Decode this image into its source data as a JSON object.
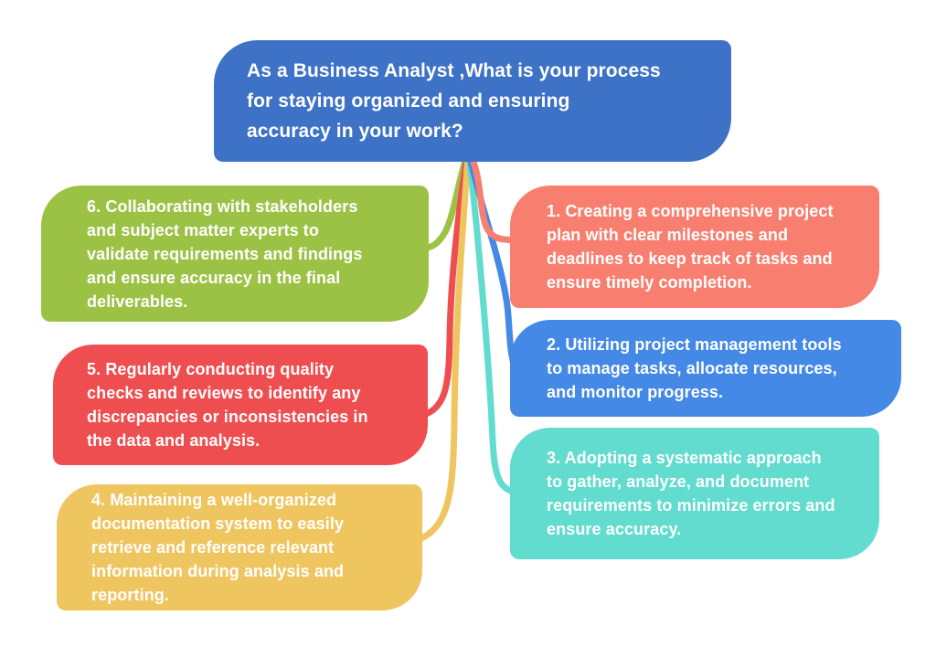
{
  "background": "#ffffff",
  "question": {
    "text": "As a Business Analyst ,What is your process\nfor staying organized and ensuring\naccuracy in your work?",
    "bg_color": "#3D72C6",
    "text_color": "#ffffff"
  },
  "answers": [
    {
      "number": 1,
      "side": "right",
      "bg_color": "#F87F70",
      "text": "1. Creating a comprehensive project\nplan with clear milestones and\ndeadlines to keep track of tasks and\nensure timely completion."
    },
    {
      "number": 2,
      "side": "right",
      "bg_color": "#4489E6",
      "text": "2. Utilizing project management tools\nto manage tasks, allocate resources,\nand monitor progress."
    },
    {
      "number": 3,
      "side": "right",
      "bg_color": "#62DCCE",
      "text": "3. Adopting a systematic approach\nto gather, analyze, and document\nrequirements to minimize errors and\nensure accuracy."
    },
    {
      "number": 4,
      "side": "left",
      "bg_color": "#EFC55F",
      "text": "4. Maintaining a well-organized\ndocumentation system to easily\nretrieve and reference relevant\ninformation during analysis and\nreporting."
    },
    {
      "number": 5,
      "side": "left",
      "bg_color": "#EF4E50",
      "text": "5. Regularly conducting quality\nchecks and reviews to identify any\ndiscrepancies or inconsistencies in\nthe data and analysis."
    },
    {
      "number": 6,
      "side": "left",
      "bg_color": "#9CC245",
      "text": "6. Collaborating with stakeholders\nand subject matter experts to\nvalidate requirements and findings\nand ensure accuracy in the final\ndeliverables."
    }
  ],
  "connectors": [
    {
      "target": "answer-1",
      "color": "#F87F70"
    },
    {
      "target": "answer-2",
      "color": "#4489E6"
    },
    {
      "target": "answer-3",
      "color": "#62DCCE"
    },
    {
      "target": "answer-4",
      "color": "#EFC55F"
    },
    {
      "target": "answer-5",
      "color": "#EF4E50"
    },
    {
      "target": "answer-6",
      "color": "#9CC245"
    }
  ]
}
